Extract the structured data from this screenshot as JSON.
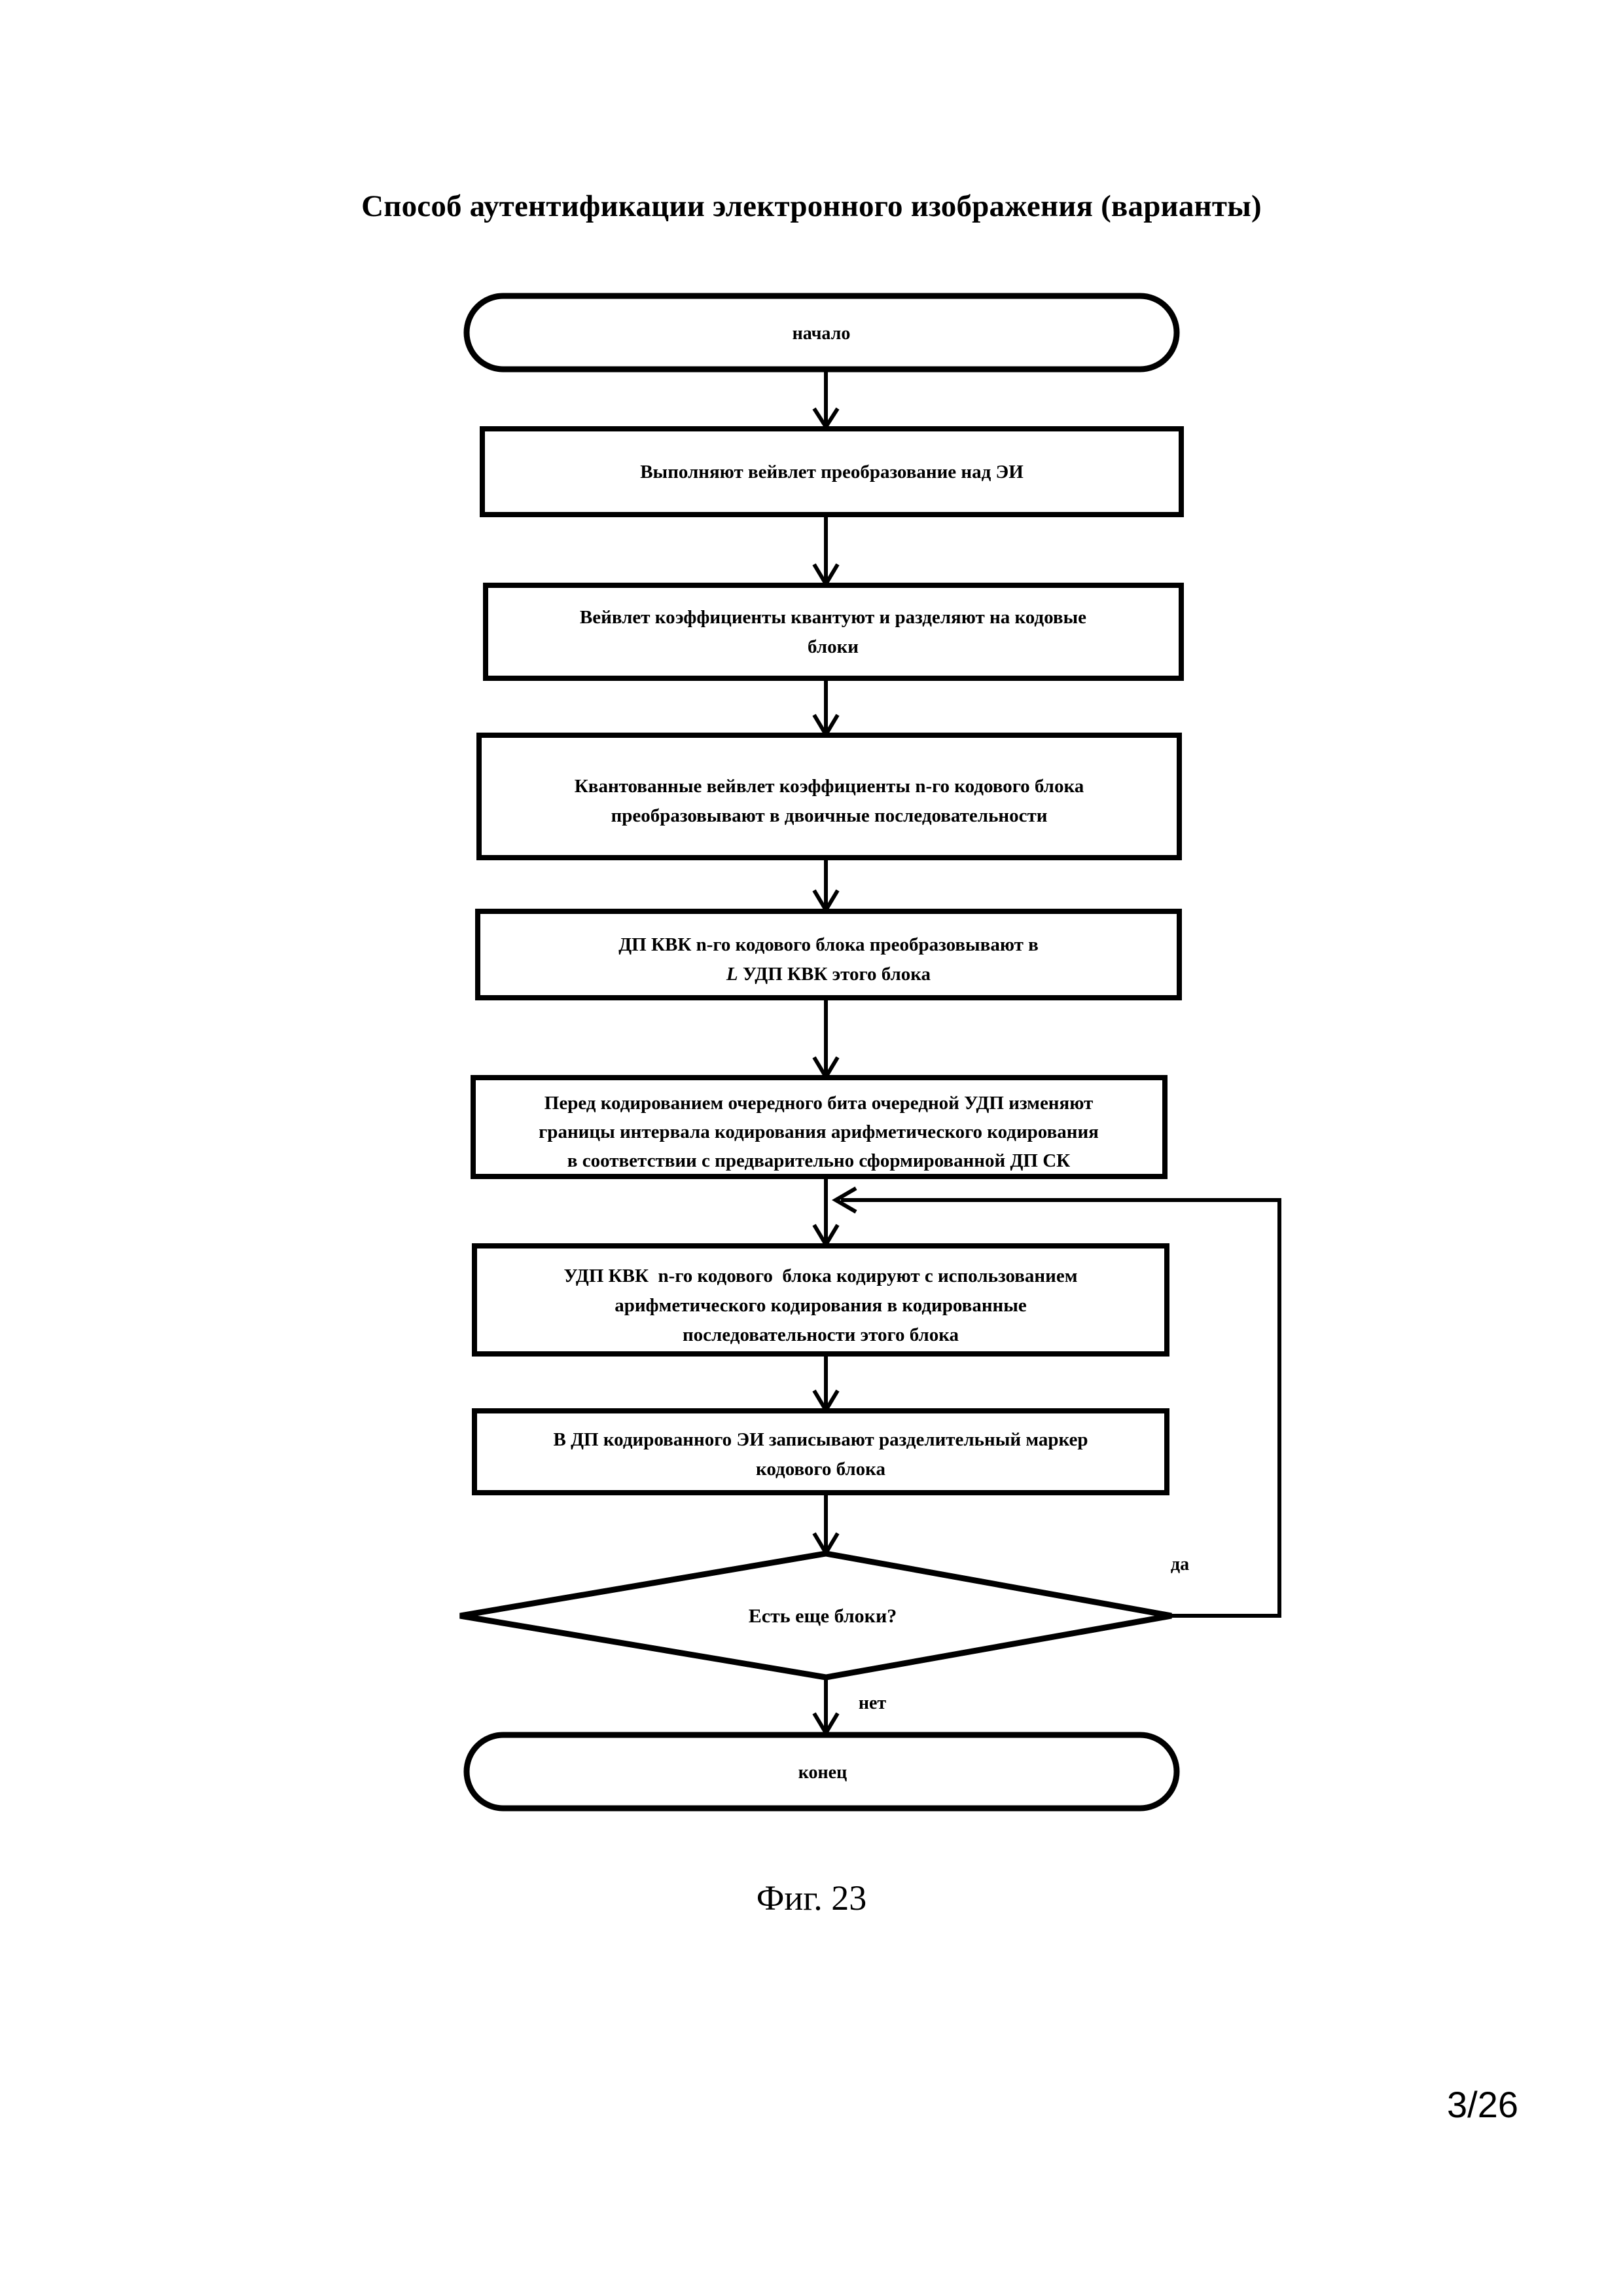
{
  "document": {
    "title": "Способ аутентификации электронного изображения (варианты)",
    "figure_caption": "Фиг. 23",
    "page_number": "3/26"
  },
  "colors": {
    "ink": "#000000",
    "paper": "#ffffff"
  },
  "flowchart": {
    "type": "flowchart",
    "orientation": "vertical",
    "nodes": [
      {
        "id": "start",
        "shape": "terminal",
        "lines": [
          "начало"
        ]
      },
      {
        "id": "step1",
        "shape": "process",
        "lines": [
          "Выполняют вейвлет преобразование над ЭИ"
        ]
      },
      {
        "id": "step2",
        "shape": "process",
        "lines": [
          "Вейвлет коэффициенты квантуют и разделяют на кодовые",
          "блоки"
        ]
      },
      {
        "id": "step3",
        "shape": "process",
        "lines": [
          "Квантованные вейвлет коэффициенты n-го кодового блока",
          "преобразовывают в двоичные последовательности"
        ]
      },
      {
        "id": "step4",
        "shape": "process",
        "lines": [
          "ДП КВК n-го кодового блока преобразовывают в",
          "L УДП КВК этого блока"
        ]
      },
      {
        "id": "step5",
        "shape": "process",
        "lines": [
          "Перед кодированием очередного бита очередной УДП изменяют",
          "границы интервала кодирования арифметического кодирования",
          "в соответствии с предварительно сформированной ДП СК"
        ]
      },
      {
        "id": "step6",
        "shape": "process",
        "lines": [
          "УДП КВК  n-го кодового  блока кодируют с использованием",
          "арифметического кодирования в кодированные",
          "последовательности этого блока"
        ]
      },
      {
        "id": "step7",
        "shape": "process",
        "lines": [
          "В ДП кодированного ЭИ записывают разделительный маркер",
          "кодового блока"
        ]
      },
      {
        "id": "decision",
        "shape": "decision",
        "lines": [
          "Есть еще блоки?"
        ]
      },
      {
        "id": "end",
        "shape": "terminal",
        "lines": [
          "конец"
        ]
      }
    ],
    "edges": [
      {
        "id": "e-start-step1",
        "from": "start",
        "to": "step1",
        "label": ""
      },
      {
        "id": "e-step1-step2",
        "from": "step1",
        "to": "step2",
        "label": ""
      },
      {
        "id": "e-step2-step3",
        "from": "step2",
        "to": "step3",
        "label": ""
      },
      {
        "id": "e-step3-step4",
        "from": "step3",
        "to": "step4",
        "label": ""
      },
      {
        "id": "e-step4-step5",
        "from": "step4",
        "to": "step5",
        "label": ""
      },
      {
        "id": "e-step5-step6",
        "from": "step5",
        "to": "step6",
        "label": ""
      },
      {
        "id": "e-step6-step7",
        "from": "step6",
        "to": "step7",
        "label": ""
      },
      {
        "id": "e-step7-decision",
        "from": "step7",
        "to": "decision",
        "label": ""
      },
      {
        "id": "e-decision-loop",
        "from": "decision",
        "to": "step6",
        "label": "да"
      },
      {
        "id": "e-decision-end",
        "from": "decision",
        "to": "end",
        "label": "нет"
      }
    ],
    "edge_labels": {
      "yes": "да",
      "no": "нет"
    }
  }
}
